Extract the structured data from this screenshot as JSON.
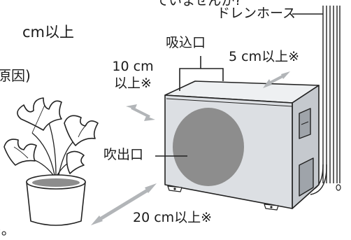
{
  "text": {
    "partial_top": "ていませんか?",
    "partial_cm": "cm以上",
    "partial_cause": "原因)",
    "partial_bottom": ")。"
  },
  "labels": {
    "drain_hose": "ドレンホース",
    "intake": "吸込口",
    "outlet": "吹出口",
    "left_clearance_line1": "10 cm",
    "left_clearance_line2": "以上※",
    "back_clearance": "5 cm以上※",
    "front_clearance": "20 cm以上※"
  },
  "colors": {
    "unit_body": "#dcdfe3",
    "unit_top": "#eef0f2",
    "unit_right": "#c5c9ce",
    "fan_disc": "#8d8d8d",
    "arrow": "#b2b5b8",
    "line": "#222222"
  },
  "icons": {
    "plant": "potted-plant-icon",
    "unit": "outdoor-unit-icon",
    "hose": "drain-hose-icon"
  }
}
